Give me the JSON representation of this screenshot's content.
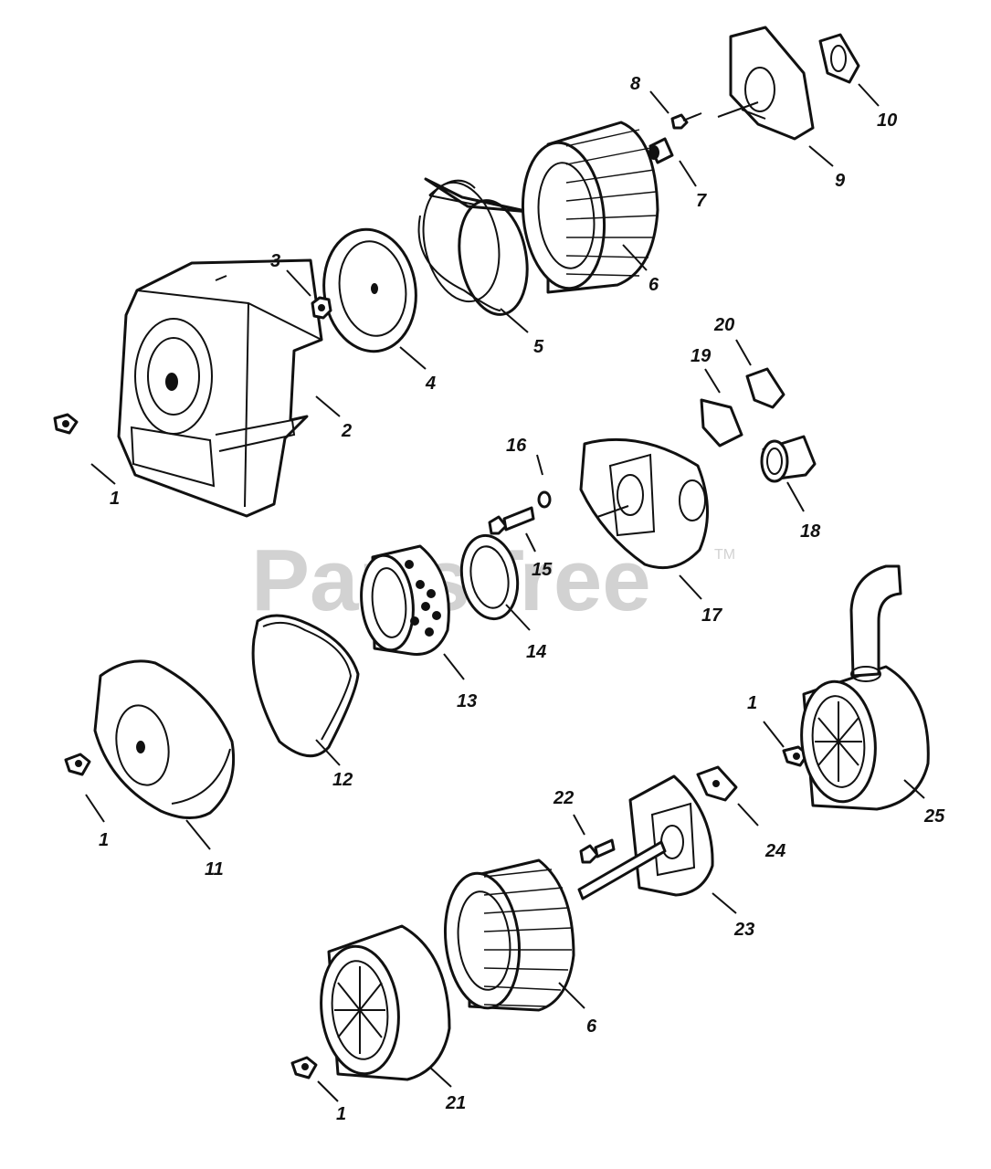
{
  "watermark": {
    "brand": "PartsTree",
    "trademark": "TM"
  },
  "callouts": [
    {
      "id": "c1a",
      "label": "1"
    },
    {
      "id": "c2",
      "label": "2"
    },
    {
      "id": "c3",
      "label": "3"
    },
    {
      "id": "c4",
      "label": "4"
    },
    {
      "id": "c5",
      "label": "5"
    },
    {
      "id": "c6a",
      "label": "6"
    },
    {
      "id": "c7",
      "label": "7"
    },
    {
      "id": "c8",
      "label": "8"
    },
    {
      "id": "c9",
      "label": "9"
    },
    {
      "id": "c10",
      "label": "10"
    },
    {
      "id": "c11",
      "label": "11"
    },
    {
      "id": "c12",
      "label": "12"
    },
    {
      "id": "c13",
      "label": "13"
    },
    {
      "id": "c14",
      "label": "14"
    },
    {
      "id": "c15",
      "label": "15"
    },
    {
      "id": "c16",
      "label": "16"
    },
    {
      "id": "c17",
      "label": "17"
    },
    {
      "id": "c18",
      "label": "18"
    },
    {
      "id": "c19",
      "label": "19"
    },
    {
      "id": "c20",
      "label": "20"
    },
    {
      "id": "c1b",
      "label": "1"
    },
    {
      "id": "c1c",
      "label": "1"
    },
    {
      "id": "c21",
      "label": "21"
    },
    {
      "id": "c22",
      "label": "22"
    },
    {
      "id": "c23",
      "label": "23"
    },
    {
      "id": "c24",
      "label": "24"
    },
    {
      "id": "c25",
      "label": "25"
    },
    {
      "id": "c6b",
      "label": "6"
    },
    {
      "id": "c1d",
      "label": "1"
    }
  ]
}
